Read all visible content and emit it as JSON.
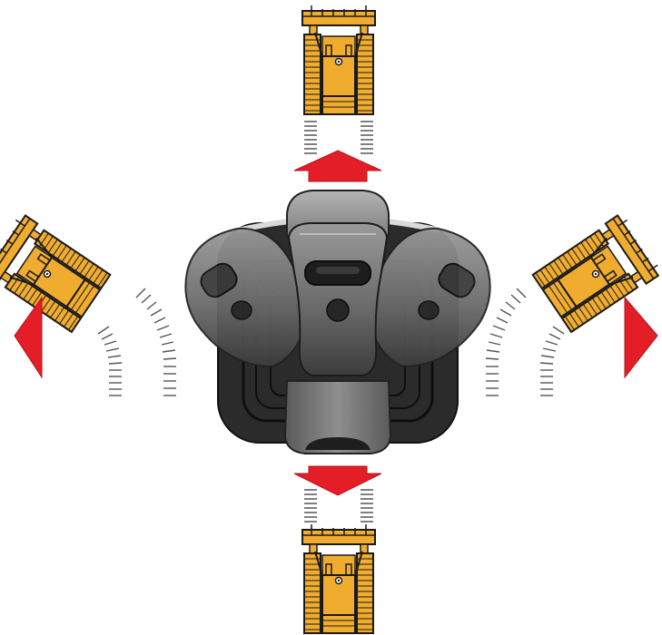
{
  "diagram": {
    "subject": "joystick-steering-directions",
    "colors": {
      "arrow": "#e41e26",
      "arrow_stroke": "#b5121b",
      "dozer_body": "#f0ac2f",
      "dozer_outline": "#1a1a1a",
      "joystick_dark": "#2b2b2b",
      "joystick_grey": "#6d6d6d",
      "track_marks": "#555555"
    },
    "directions": [
      {
        "id": "forward",
        "icon": "arrow-up-icon"
      },
      {
        "id": "reverse",
        "icon": "arrow-down-icon"
      },
      {
        "id": "turn-left",
        "icon": "arrow-left-icon"
      },
      {
        "id": "turn-right",
        "icon": "arrow-right-icon"
      }
    ]
  }
}
